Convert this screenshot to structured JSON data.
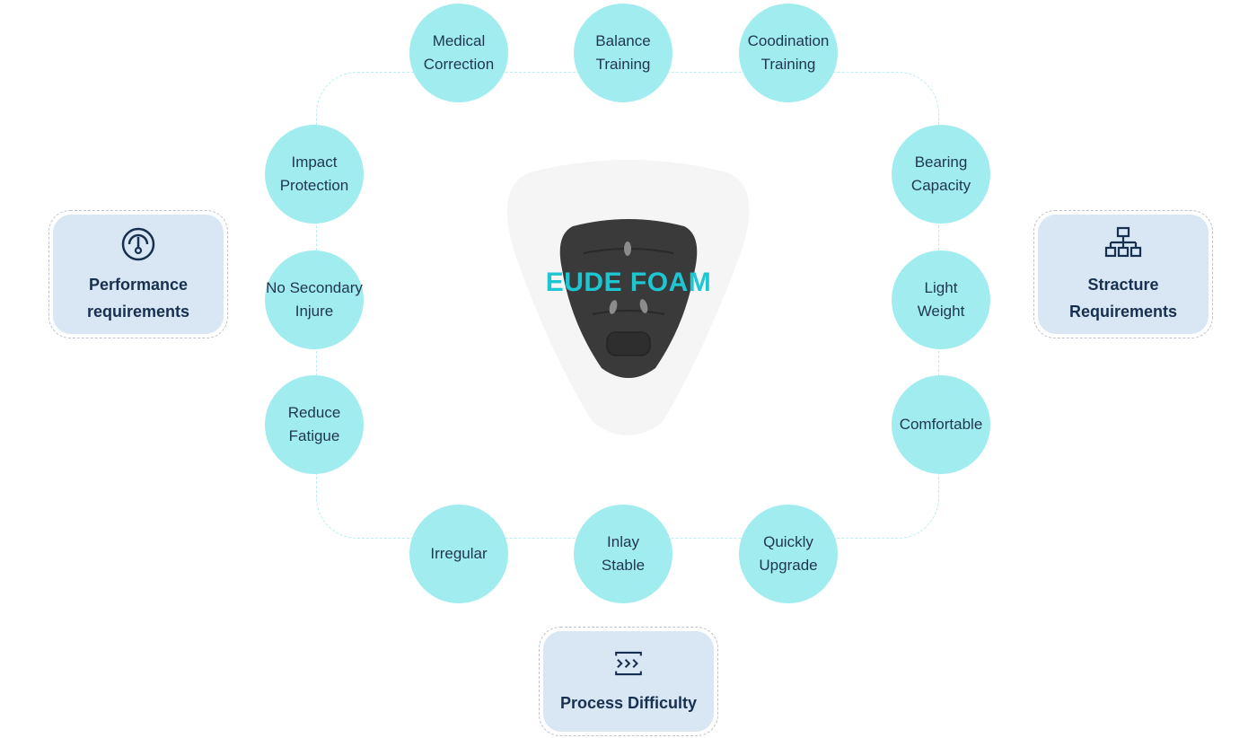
{
  "center": {
    "title": "EUDE FOAM"
  },
  "benefits": {
    "top": [
      "Medical\nCorrection",
      "Balance\nTraining",
      "Coodination\nTraining"
    ],
    "left": [
      "Impact\nProtection",
      "No Secondary\nInjure",
      "Reduce\nFatigue"
    ],
    "right": [
      "Bearing\nCapacity",
      "Light\nWeight",
      "Comfortable"
    ],
    "bottom": [
      "Irregular",
      "Inlay\nStable",
      "Quickly\nUpgrade"
    ]
  },
  "categories": {
    "performance": {
      "label": "Performance\nrequirements",
      "icon": "gauge-icon"
    },
    "structure": {
      "label": "Stracture\nRequirements",
      "icon": "hierarchy-icon"
    },
    "process": {
      "label": "Process Difficulty",
      "icon": "forward-arrows-icon"
    }
  },
  "colors": {
    "circle_fill": "#a1ecef",
    "card_fill": "#d9e6f3",
    "title_accent": "#1ec6d2",
    "text_dark": "#17304f"
  }
}
